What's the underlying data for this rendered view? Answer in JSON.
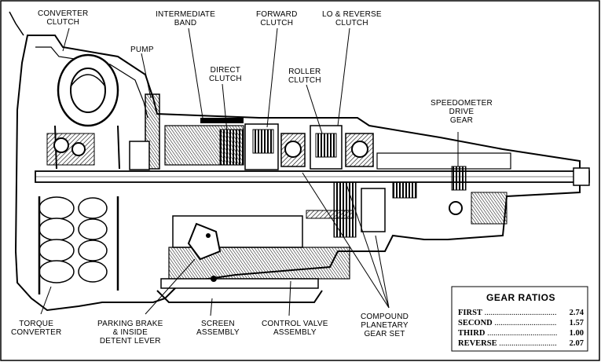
{
  "labels": {
    "converter_clutch": [
      "CONVERTER",
      "CLUTCH"
    ],
    "intermediate_band": [
      "INTERMEDIATE",
      "BAND"
    ],
    "forward_clutch": [
      "FORWARD",
      "CLUTCH"
    ],
    "lo_reverse_clutch": [
      "LO & REVERSE",
      "CLUTCH"
    ],
    "pump": [
      "PUMP"
    ],
    "direct_clutch": [
      "DIRECT",
      "CLUTCH"
    ],
    "roller_clutch": [
      "ROLLER",
      "CLUTCH"
    ],
    "speedometer_drive_gear": [
      "SPEEDOMETER",
      "DRIVE",
      "GEAR"
    ],
    "torque_converter": [
      "TORQUE",
      "CONVERTER"
    ],
    "parking_brake": [
      "PARKING BRAKE",
      "& INSIDE",
      "DETENT LEVER"
    ],
    "screen_assembly": [
      "SCREEN",
      "ASSEMBLY"
    ],
    "control_valve_assembly": [
      "CONTROL VALVE",
      "ASSEMBLY"
    ],
    "compound_planetary": [
      "COMPOUND",
      "PLANETARY",
      "GEAR SET"
    ]
  },
  "gear_ratios": {
    "title": "GEAR RATIOS",
    "rows": [
      {
        "name": "FIRST",
        "value": "2.74"
      },
      {
        "name": "SECOND",
        "value": "1.57"
      },
      {
        "name": "THIRD",
        "value": "1.00"
      },
      {
        "name": "REVERSE",
        "value": "2.07"
      }
    ]
  }
}
